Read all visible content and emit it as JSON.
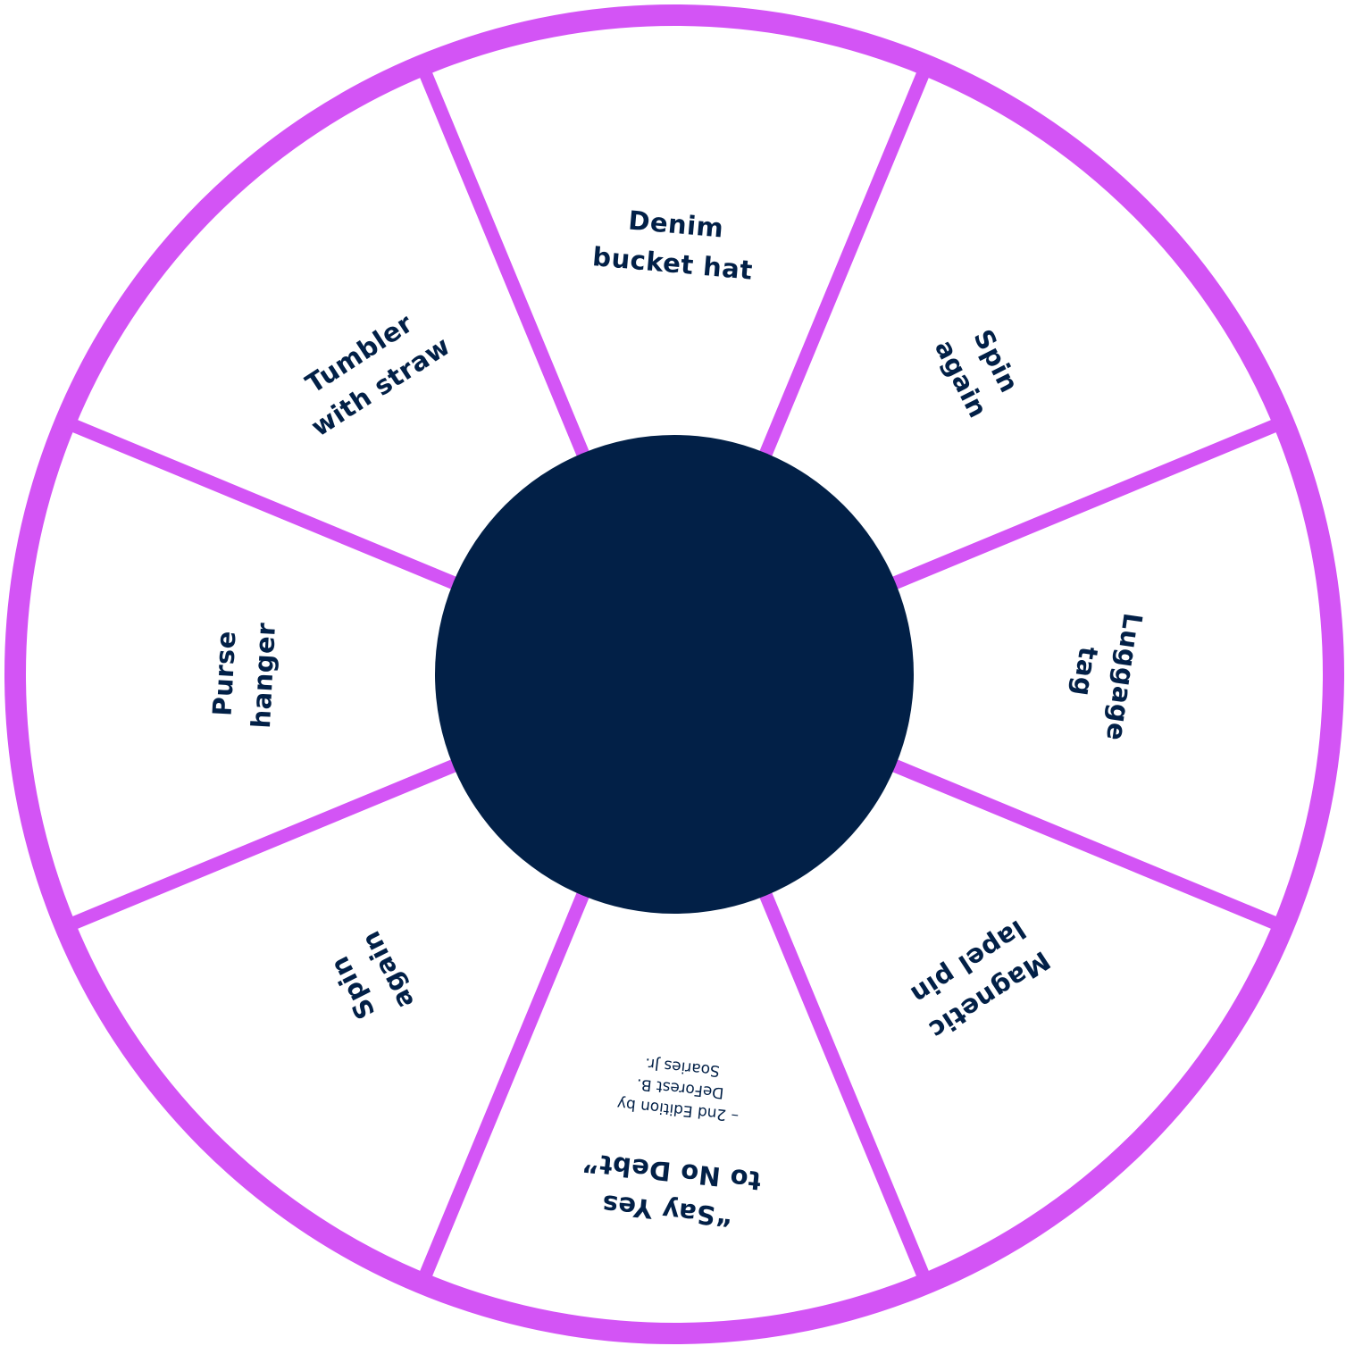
{
  "colors": {
    "ring": "#d354f5",
    "hub": "#022047",
    "text": "#022047",
    "segment": "#ffffff"
  },
  "wheel": {
    "segments": [
      {
        "title": "Denim\nbucket hat"
      },
      {
        "title": "Spin\nagain"
      },
      {
        "title": "Luggage\ntag"
      },
      {
        "title": "Magnetic\nlapel pin"
      },
      {
        "title": "“Say Yes\nto No Debt”",
        "subtitle": "– 2nd Edition by\nDeForest B.\nSoaries Jr."
      },
      {
        "title": "Spin\nagain"
      },
      {
        "title": "Purse\nhanger"
      },
      {
        "title": "Tumbler\nwith straw"
      }
    ]
  }
}
